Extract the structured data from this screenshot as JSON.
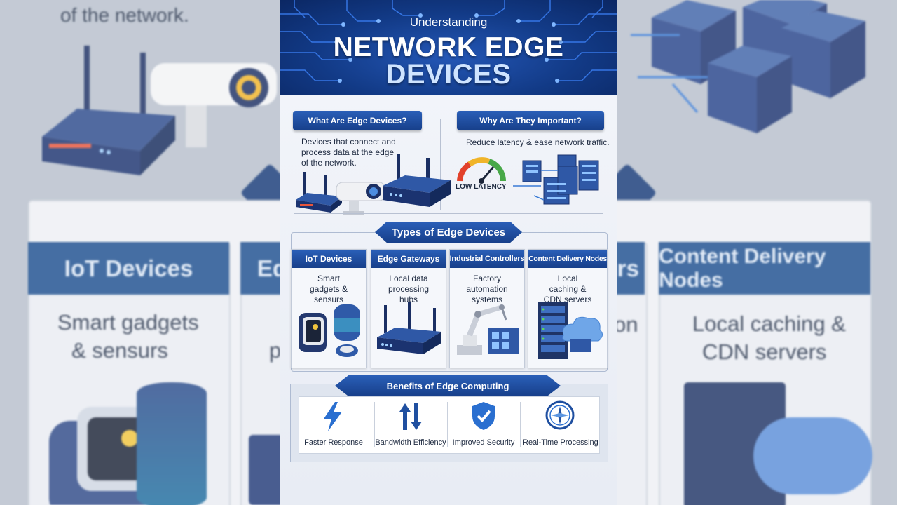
{
  "background": {
    "left_top_text": "of the network.",
    "left_card_title": "IoT Devices",
    "left_card_partial_title": "Ed",
    "left_card_desc_line1": "Smart gadgets",
    "left_card_desc_line2": "& sensurs",
    "left_card_partial_text": "p",
    "right_card_title": "Content Delivery Nodes",
    "right_card_partial_title": "rs",
    "right_card_partial_text": "on",
    "right_card_desc_line1": "Local caching &",
    "right_card_desc_line2": "CDN servers"
  },
  "header": {
    "subtitle": "Understanding",
    "title_line1": "NETWORK EDGE",
    "title_line2": "DEVICES"
  },
  "what": {
    "title": "What Are Edge Devices?",
    "desc": "Devices that connect and process data at the edge of the network."
  },
  "why": {
    "title": "Why Are They Important?",
    "desc": "Reduce latency & ease network traffic.",
    "gauge_label": "LOW LATENCY"
  },
  "types": {
    "title": "Types of Edge Devices",
    "items": [
      {
        "title": "IoT Devices",
        "desc": "Smart gadgets & sensurs"
      },
      {
        "title": "Edge Gateways",
        "desc": "Local data processing hubs"
      },
      {
        "title": "Industrial Controllers",
        "desc": "Factory automation systems"
      },
      {
        "title": "Content Delivery Nodes",
        "desc": "Local caching & CDN servers"
      }
    ]
  },
  "benefits": {
    "title": "Benefits of Edge Computing",
    "items": [
      {
        "label": "Faster Response",
        "icon": "lightning-icon"
      },
      {
        "label": "Bandwidth Efficiency",
        "icon": "updown-arrows-icon"
      },
      {
        "label": "Improved Security",
        "icon": "shield-check-icon"
      },
      {
        "label": "Real-Time Processing",
        "icon": "compass-icon"
      }
    ]
  },
  "colors": {
    "primary": "#1d4f8f",
    "banner": "#123a86",
    "accent_light": "#cfe4ff"
  }
}
